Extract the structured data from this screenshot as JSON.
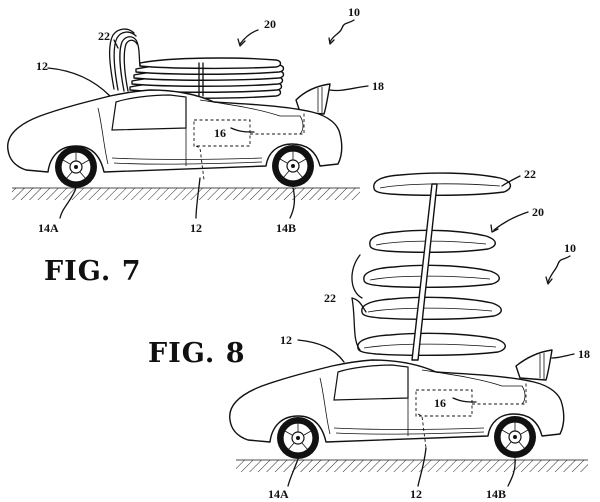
{
  "figures": [
    {
      "title": "FIG. 7",
      "labels": {
        "system": "10",
        "assembly": "20",
        "wings": "22",
        "body_top": "12",
        "tail": "18",
        "box": "16",
        "body_bottom": "12",
        "wheel_front": "14A",
        "wheel_rear": "14B"
      }
    },
    {
      "title": "FIG. 8",
      "labels": {
        "system": "10",
        "assembly": "20",
        "wing_top": "22",
        "wings": "22",
        "body_top": "12",
        "tail": "18",
        "box": "16",
        "body_bottom": "12",
        "wheel_front": "14A",
        "wheel_rear": "14B"
      }
    }
  ]
}
